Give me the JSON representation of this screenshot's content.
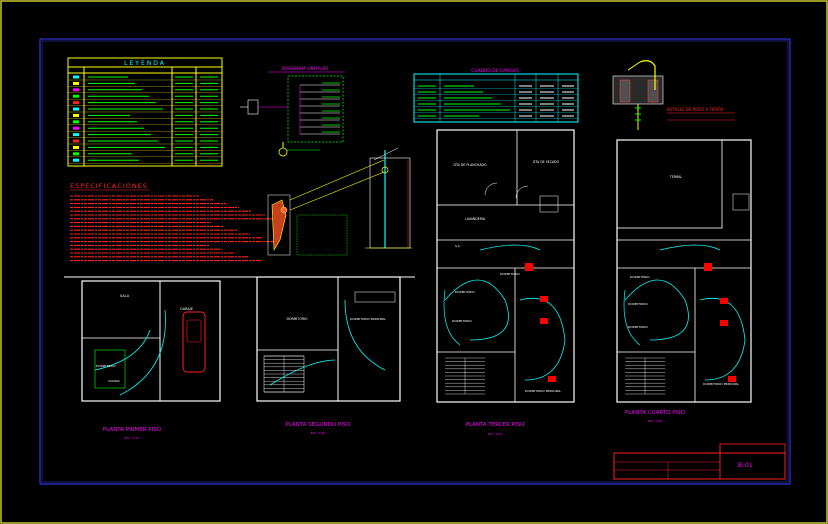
{
  "drawing": {
    "background": "#000000",
    "colors": {
      "frame_outer": "#c8c832",
      "frame_inner": "#3c3cff",
      "walls": "#ffffff",
      "circuits": "#00b4ff",
      "wires": "#00ffff",
      "labels": "#ff00ff",
      "notes": "#ff2020",
      "green": "#20ff20",
      "yellow": "#ffff00",
      "red": "#ff0000"
    },
    "legend": {
      "title": "LEYENDA"
    },
    "specifications": {
      "title": "ESPECIFICACIONES"
    },
    "plans": [
      {
        "title": "PLANTA PRIMER PISO",
        "scale": "ESC. 1/50",
        "rooms": [
          "SALA",
          "GARAJE",
          "DORMITORIO",
          "COCINA"
        ]
      },
      {
        "title": "PLANTA SEGUNDO PISO",
        "scale": "ESC. 1/50",
        "rooms": [
          "DORMITORIO",
          "DORMITORIO PRINCIPAL"
        ]
      },
      {
        "title": "PLANTA TERCER PISO",
        "scale": "ESC. 1/50",
        "rooms": [
          "DTA DE PLANCHADO",
          "DTA DE SECADO",
          "LAVANDERIA",
          "S.S.",
          "DORMITORIO",
          "DORMITORIO",
          "DORMITORIO",
          "DORMITORIO PRINCIPAL"
        ]
      },
      {
        "title": "PLANTA CUARTO PISO",
        "scale": "ESC. 1/50",
        "rooms": [
          "TERRAL",
          "DORMITORIO",
          "DORMITORIO",
          "DORMITORIO",
          "DORMITORIO PRINCIPAL"
        ]
      }
    ],
    "details": {
      "cuadro_title": "CUADRO DE CARGAS",
      "detalle_pozo": "DETALLE DE POZO A TIERRA",
      "diagrama": "DIAGRAMA UNIFILAR"
    },
    "title_block": {
      "sheet": "IE-01"
    }
  }
}
